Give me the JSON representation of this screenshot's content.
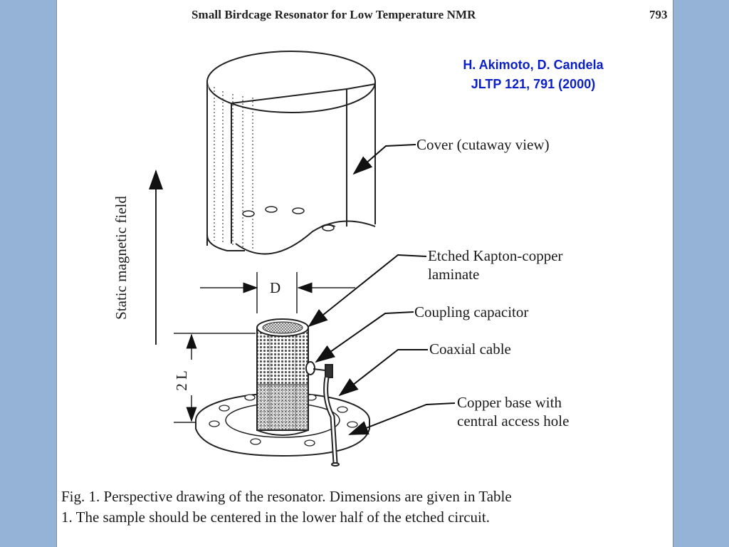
{
  "header": {
    "running_head": "Small Birdcage Resonator for Low Temperature NMR",
    "page_number": "793"
  },
  "citation": {
    "authors": "H. Akimoto, D. Candela",
    "reference": "JLTP 121, 791 (2000)"
  },
  "figure": {
    "labels": {
      "cover": "Cover (cutaway view)",
      "laminate_line1": "Etched Kapton-copper",
      "laminate_line2": "laminate",
      "capacitor": "Coupling capacitor",
      "coax": "Coaxial cable",
      "base_line1": "Copper base with",
      "base_line2": "central access hole",
      "field": "Static magnetic field",
      "diameter": "D",
      "length": "2 L"
    },
    "caption_line1": "Fig. 1.  Perspective drawing of the resonator.  Dimensions are given in Table",
    "caption_line2": "1.  The sample should be centered in the lower half of the etched circuit."
  },
  "colors": {
    "background": "#95b3d7",
    "citation": "#0b1fc8"
  }
}
